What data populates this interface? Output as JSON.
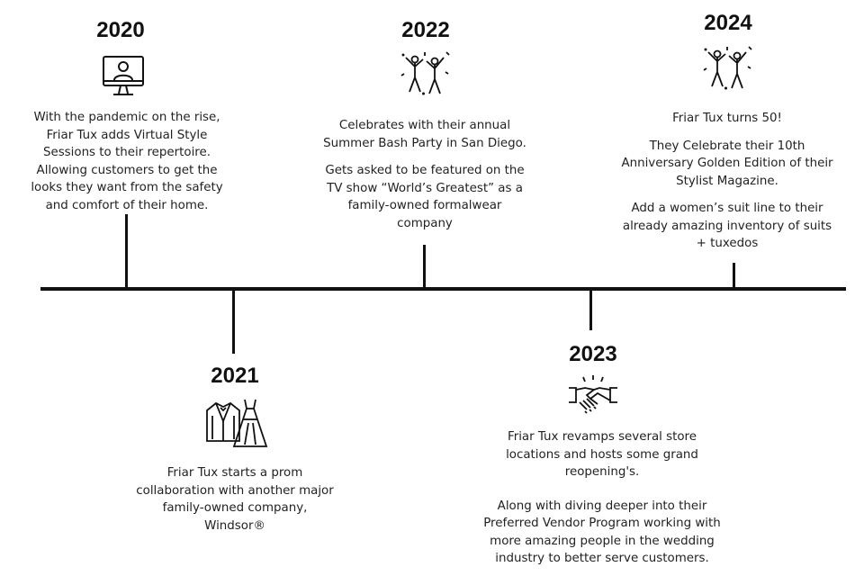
{
  "events": [
    {
      "year": "2020",
      "icon": "video-call-computer-icon",
      "paragraphs": [
        "With the pandemic on the rise, Friar Tux adds Virtual Style Sessions to their repertoire. Allowing customers to get the looks they want from the safety and comfort of their home."
      ]
    },
    {
      "year": "2021",
      "icon": "suit-and-dress-icon",
      "paragraphs": [
        "Friar Tux starts a prom collaboration with another major family-owned company, Windsor®"
      ]
    },
    {
      "year": "2022",
      "icon": "celebrating-people-icon",
      "paragraphs": [
        "Celebrates with their annual Summer Bash Party in San Diego.",
        "Gets asked to be featured on the TV show “World’s Greatest” as a family-owned formalwear company"
      ]
    },
    {
      "year": "2023",
      "icon": "handshake-icon",
      "paragraphs": [
        "Friar Tux revamps several store locations and hosts some grand reopening's.",
        "Along with diving deeper into their Preferred Vendor Program working with more amazing people in the wedding industry to better serve customers."
      ]
    },
    {
      "year": "2024",
      "icon": "celebrating-people-icon",
      "paragraphs": [
        "Friar Tux turns 50!",
        "They Celebrate their 10th Anniversary Golden Edition of their Stylist Magazine.",
        "Add a women’s suit line to their already amazing inventory of suits + tuxedos"
      ]
    }
  ],
  "colors": {
    "line": "#111111",
    "text": "#222222",
    "year": "#111111"
  }
}
